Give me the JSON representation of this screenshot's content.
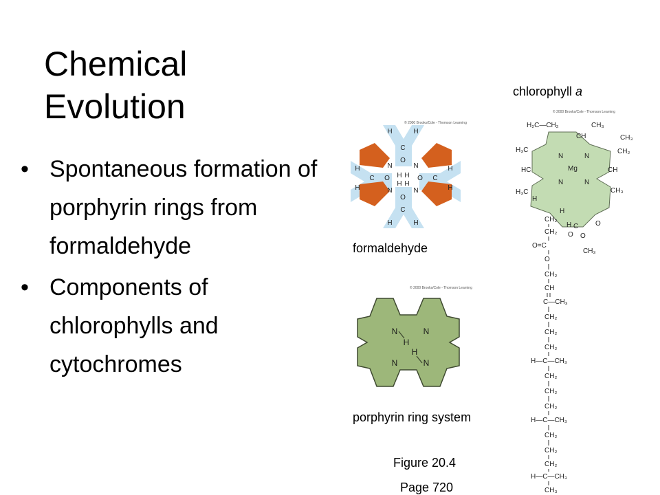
{
  "title": "Chemical Evolution",
  "bullets": [
    "Spontaneous formation of porphyrin rings from formaldehyde",
    "Components of chlorophylls and cytochromes"
  ],
  "figures": {
    "formaldehyde_label": "formaldehyde",
    "porphyrin_label": "porphyrin ring system",
    "chlorophyll_label_prefix": "chlorophyll ",
    "chlorophyll_label_italic": "a",
    "copyright": "© 2000 Brooks/Cole - Thomson Learning",
    "figure_ref": "Figure 20.4",
    "page_ref": "Page 720"
  },
  "colors": {
    "formaldehyde_blue": "#c5e1f1",
    "orange": "#d4601e",
    "porphyrin_green": "#9db77a",
    "chlorophyll_green": "#c3dcb3"
  }
}
